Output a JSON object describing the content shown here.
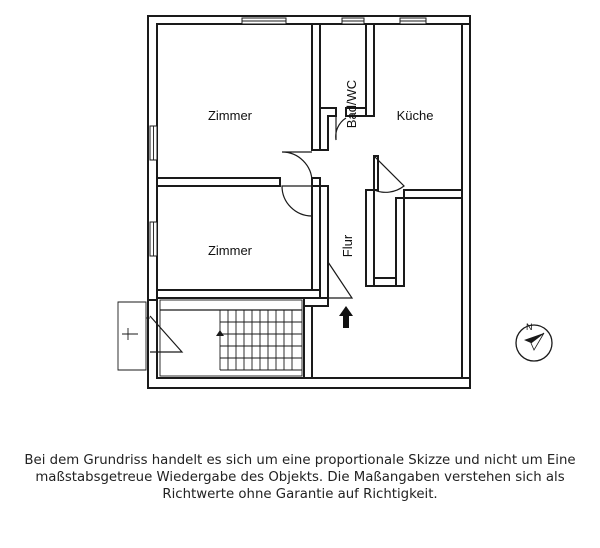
{
  "rooms": {
    "zimmer_1": "Zimmer",
    "zimmer_2": "Zimmer",
    "bad": "Bad/WC",
    "kueche": "Küche",
    "flur": "Flur"
  },
  "icons": {
    "entrance_arrow": "arrow-up-icon",
    "compass": "compass-icon",
    "compass_letter": "N"
  },
  "disclaimer": {
    "line1": "Bei dem Grundriss handelt es sich um eine proportionale Skizze und nicht um Eine",
    "line2": "maßstabsgetreue Wiedergabe des Objekts. Die Maßangaben verstehen sich als",
    "line3": "Richtwerte ohne Garantie auf Richtigkeit."
  }
}
